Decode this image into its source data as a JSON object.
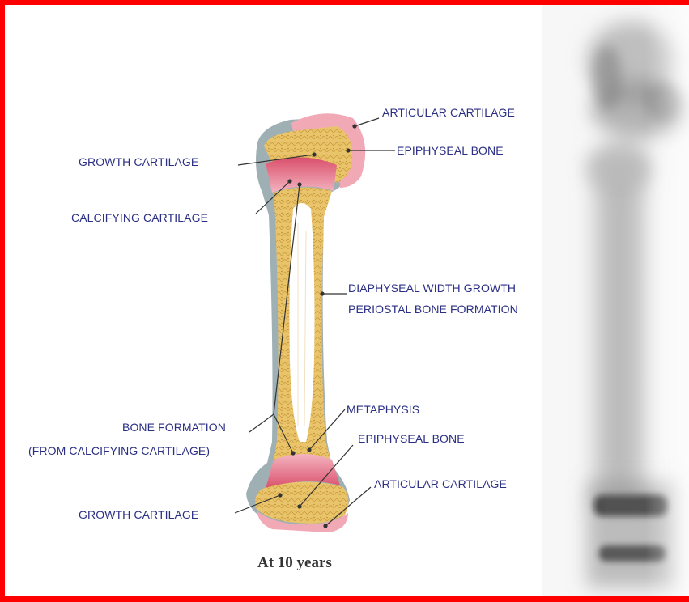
{
  "diagram": {
    "caption": "At 10 years",
    "labels": {
      "articular_cartilage_top": "ARTICULAR CARTILAGE",
      "epiphyseal_bone_top": "EPIPHYSEAL BONE",
      "growth_cartilage_top": "GROWTH CARTILAGE",
      "calcifying_cartilage": "CALCIFYING CARTILAGE",
      "diaphyseal_width_growth": "DIAPHYSEAL WIDTH GROWTH",
      "periostal_bone_formation": "PERIOSTAL BONE FORMATION",
      "metaphysis": "METAPHYSIS",
      "bone_formation": "BONE FORMATION",
      "from_calcifying_cartilage": "(FROM CALCIFYING CARTILAGE)",
      "epiphyseal_bone_bottom": "EPIPHYSEAL BONE",
      "articular_cartilage_bottom": "ARTICULAR CARTILAGE",
      "growth_cartilage_bottom": "GROWTH CARTILAGE"
    },
    "colors": {
      "frame": "#ff0000",
      "label_text": "#2b2f84",
      "bone": "#e9c46a",
      "cartilage": "#e8788f",
      "periosteum": "#9fb0b5",
      "leader_line": "#333333"
    }
  },
  "scan": {
    "type": "bone scintigraphy",
    "colors": {
      "uptake": "#111111",
      "background": "#ffffff"
    }
  }
}
